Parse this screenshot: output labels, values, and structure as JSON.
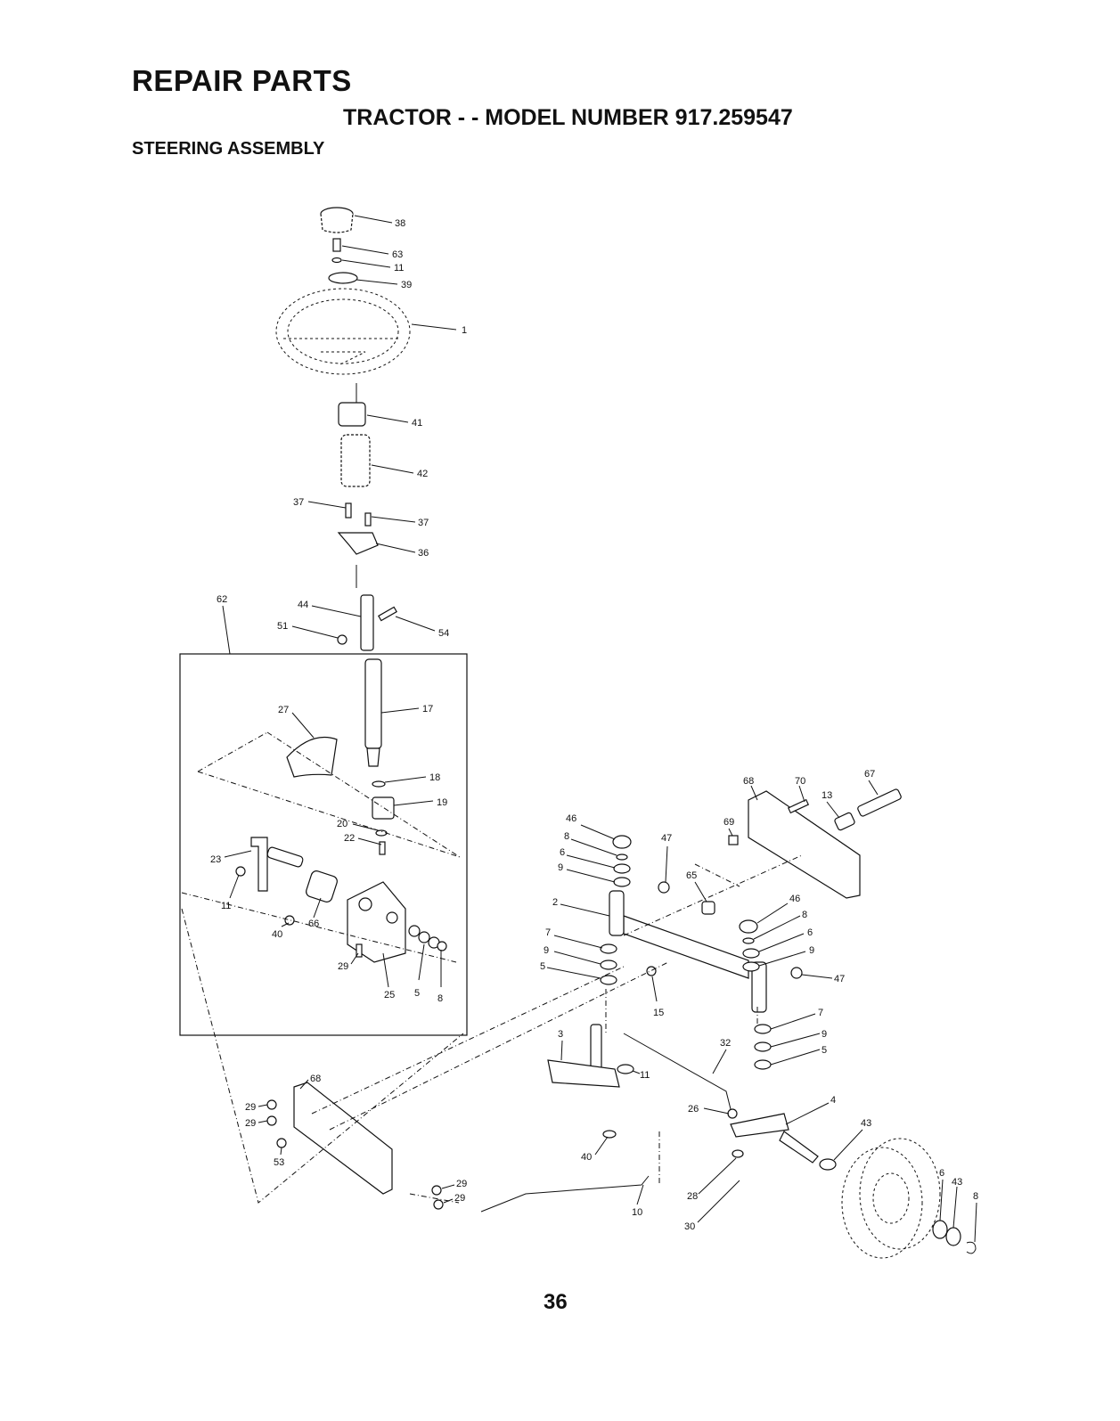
{
  "header": {
    "title": "REPAIR PARTS",
    "subtitle": "TRACTOR - - MODEL NUMBER 917.259547",
    "section": "STEERING ASSEMBLY"
  },
  "page_number": "36",
  "callouts": [
    "38",
    "63",
    "11",
    "39",
    "1",
    "41",
    "42",
    "37",
    "37",
    "36",
    "62",
    "44",
    "51",
    "54",
    "17",
    "27",
    "18",
    "19",
    "20",
    "22",
    "23",
    "11",
    "40",
    "66",
    "29",
    "25",
    "5",
    "8",
    "46",
    "8",
    "6",
    "9",
    "47",
    "2",
    "7",
    "9",
    "5",
    "15",
    "65",
    "68",
    "70",
    "67",
    "13",
    "69",
    "46",
    "8",
    "6",
    "9",
    "47",
    "7",
    "9",
    "5",
    "3",
    "11",
    "32",
    "26",
    "4",
    "43",
    "40",
    "28",
    "30",
    "10",
    "68",
    "29",
    "29",
    "53",
    "29",
    "29",
    "6",
    "43",
    "8"
  ]
}
